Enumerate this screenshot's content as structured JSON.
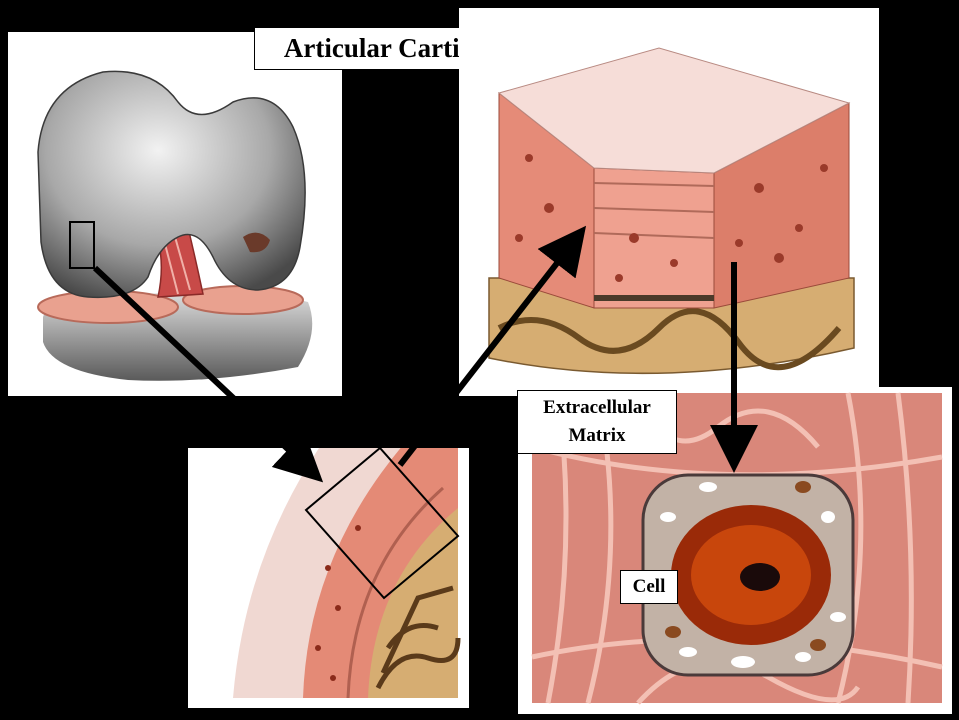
{
  "title": "Articular Cartilage",
  "labels": {
    "extracellular_matrix_line1": "Extracellular",
    "extracellular_matrix_line2": "Matrix",
    "cell": "Cell"
  },
  "colors": {
    "background": "#000000",
    "panel": "#ffffff",
    "cartilage_pink": "#e8907e",
    "bone_tan": "#d9b27a",
    "femur_gray": "#9a9a9a",
    "nucleus": "#9a2a08"
  }
}
